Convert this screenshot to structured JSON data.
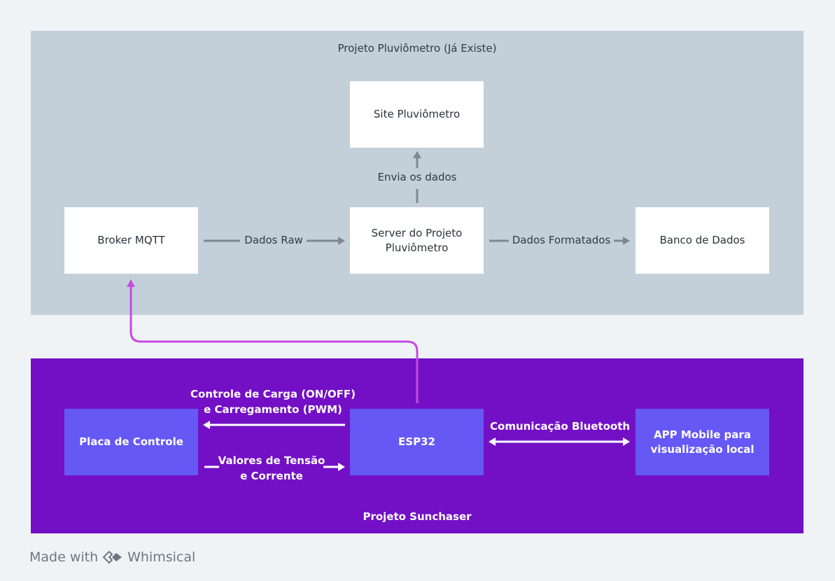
{
  "groups": {
    "pluviometro": {
      "title": "Projeto Pluviômetro (Já Existe)"
    },
    "sunchaser": {
      "title": "Projeto Sunchaser"
    }
  },
  "nodes": {
    "site": "Site Pluviômetro",
    "broker": "Broker MQTT",
    "server": "Server do Projeto\nPluviômetro",
    "banco": "Banco de Dados",
    "placa": "Placa de Controle",
    "esp32": "ESP32",
    "app": "APP Mobile para\nvisualização local"
  },
  "edges": {
    "envia": "Envia os dados",
    "raw": "Dados Raw",
    "formatados": "Dados Formatados",
    "controle_1": "Controle de Carga (ON/OFF)",
    "controle_2": "e Carregamento (PWM)",
    "valores_1": "Valores de Tensão",
    "valores_2": "e Corrente",
    "bluetooth": "Comunicação Bluetooth"
  },
  "colors": {
    "top_group": "#c4d0d9",
    "bottom_group": "#7310c6",
    "dark_node": "#6658f4",
    "connector_gray": "#7d8893",
    "connector_magenta": "#c44be0"
  },
  "footer": {
    "prefix": "Made with",
    "brand": "Whimsical",
    "icon": "whimsical-logo-icon"
  }
}
